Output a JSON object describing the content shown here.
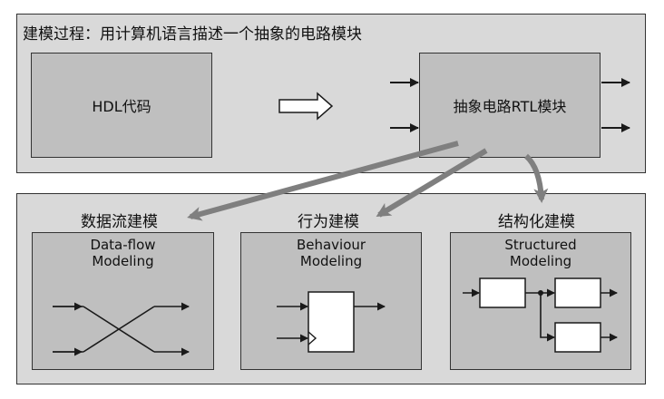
{
  "top_panel": {
    "title": "建模过程：用计算机语言描述一个抽象的电路模块",
    "source_box": "HDL代码",
    "target_box": "抽象电路RTL模块"
  },
  "modeling_styles": [
    {
      "chinese_label": "数据流建模",
      "english_label_line1": "Data-flow",
      "english_label_line2": "Modeling"
    },
    {
      "chinese_label": "行为建模",
      "english_label_line1": "Behaviour",
      "english_label_line2": "Modeling"
    },
    {
      "chinese_label": "结构化建模",
      "english_label_line1": "Structured",
      "english_label_line2": "Modeling"
    }
  ],
  "colors": {
    "panel_fill": "#d9d9d9",
    "box_fill": "#bfbfbf",
    "connector_arrow": "#7f7f7f",
    "line": "#1a1a1a"
  }
}
